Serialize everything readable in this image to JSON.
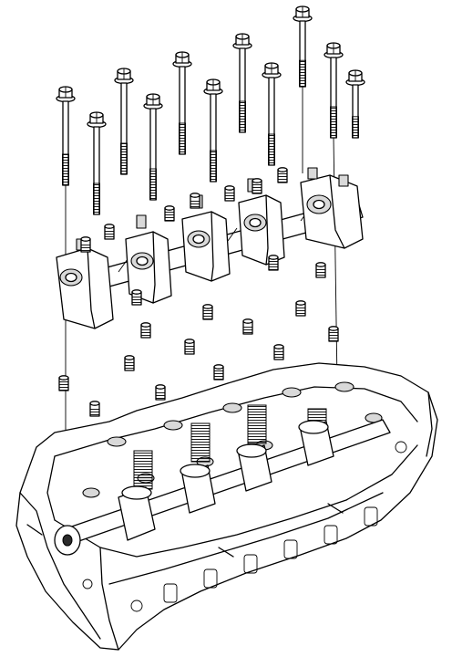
{
  "figure": {
    "background": "#ffffff",
    "line_color": "#000000",
    "shade_color": "#d9d9d9",
    "components": [
      "bolt",
      "dowel-sleeve",
      "camshaft-cap",
      "camshaft",
      "cylinder-head"
    ],
    "counts": {
      "bolts": 11,
      "dowel_sleeves": 22,
      "camshaft_caps": 5
    }
  }
}
